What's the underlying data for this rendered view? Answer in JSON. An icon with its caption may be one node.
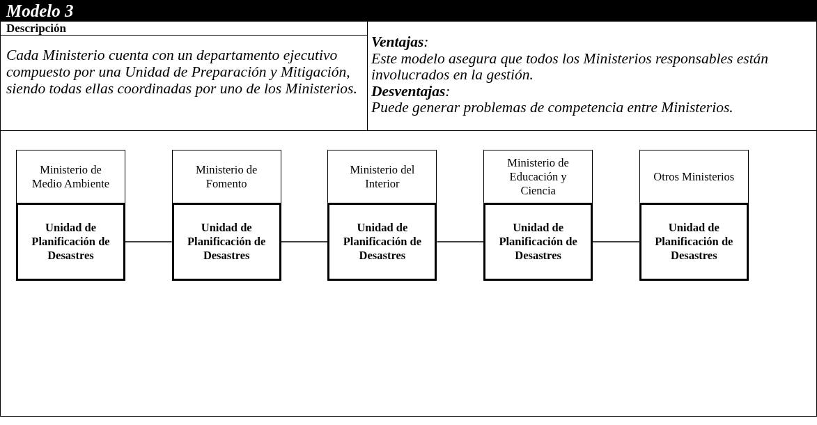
{
  "diagram": {
    "title": "Modelo 3",
    "nodes": [
      {
        "text": [
          "Ministerio de Medio Ambiente"
        ]
      },
      {
        "text": [
          "Unidad de Planificación de Desastres"
        ]
      },
      {
        "text": [
          "Ministerio de Fomento"
        ]
      },
      {
        "text": [
          "Unidad de Planificación de Desastres"
        ]
      },
      {
        "text": [
          "Ministerio del Interior"
        ]
      },
      {
        "text": [
          "Unidad de Planificación de Desastres"
        ]
      },
      {
        "text": [
          "Ministerio de Educación y Ciencia"
        ]
      },
      {
        "text": [
          "Unidad de Planificación de Desastres"
        ]
      },
      {
        "text": [
          "Otros Ministerios"
        ]
      },
      {
        "text": [
          "Unidad de Planificación de Desastres"
        ]
      }
    ],
    "edges": [
      {
        "from": 1,
        "to": 3,
        "arrow": "none"
      },
      {
        "from": 3,
        "to": 5,
        "arrow": "none"
      },
      {
        "from": 5,
        "to": 7,
        "arrow": "none"
      },
      {
        "from": 7,
        "to": 9,
        "arrow": "none"
      }
    ],
    "labels": [
      "Descripción",
      "Cada Ministerio cuenta con un departamento ejecutivo compuesto por  una Unidad de Preparación y Mitigación, siendo todas ellas coordinadas por uno de los Ministerios.",
      "**Ventajas**:",
      "Este modelo asegura que todos los Ministerios responsables están involucrados en la gestión.",
      "**Desventajas**:",
      "Puede generar problemas de competencia entre Ministerios."
    ]
  }
}
